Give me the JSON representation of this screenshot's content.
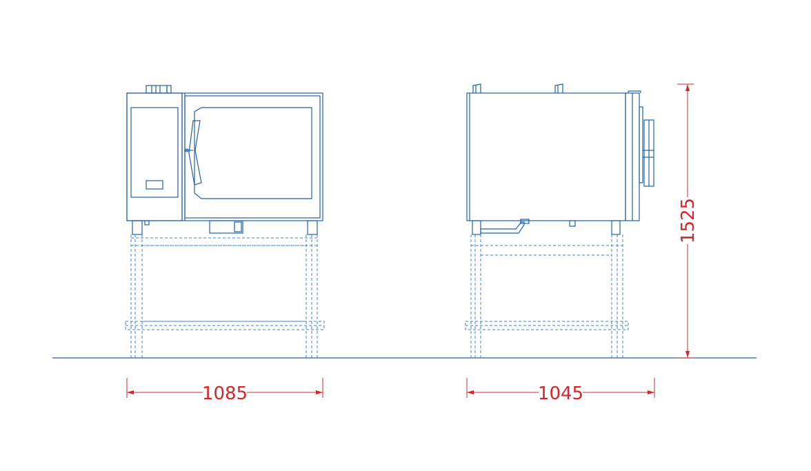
{
  "colors": {
    "outline": "#1f5fa8",
    "stand_dashed": "#3b82d4",
    "dimension": "#d9232a",
    "ground": "#1f5fa8",
    "background": "#ffffff"
  },
  "dimensions": {
    "front_width": "1085",
    "side_depth": "1045",
    "height": "1525"
  }
}
